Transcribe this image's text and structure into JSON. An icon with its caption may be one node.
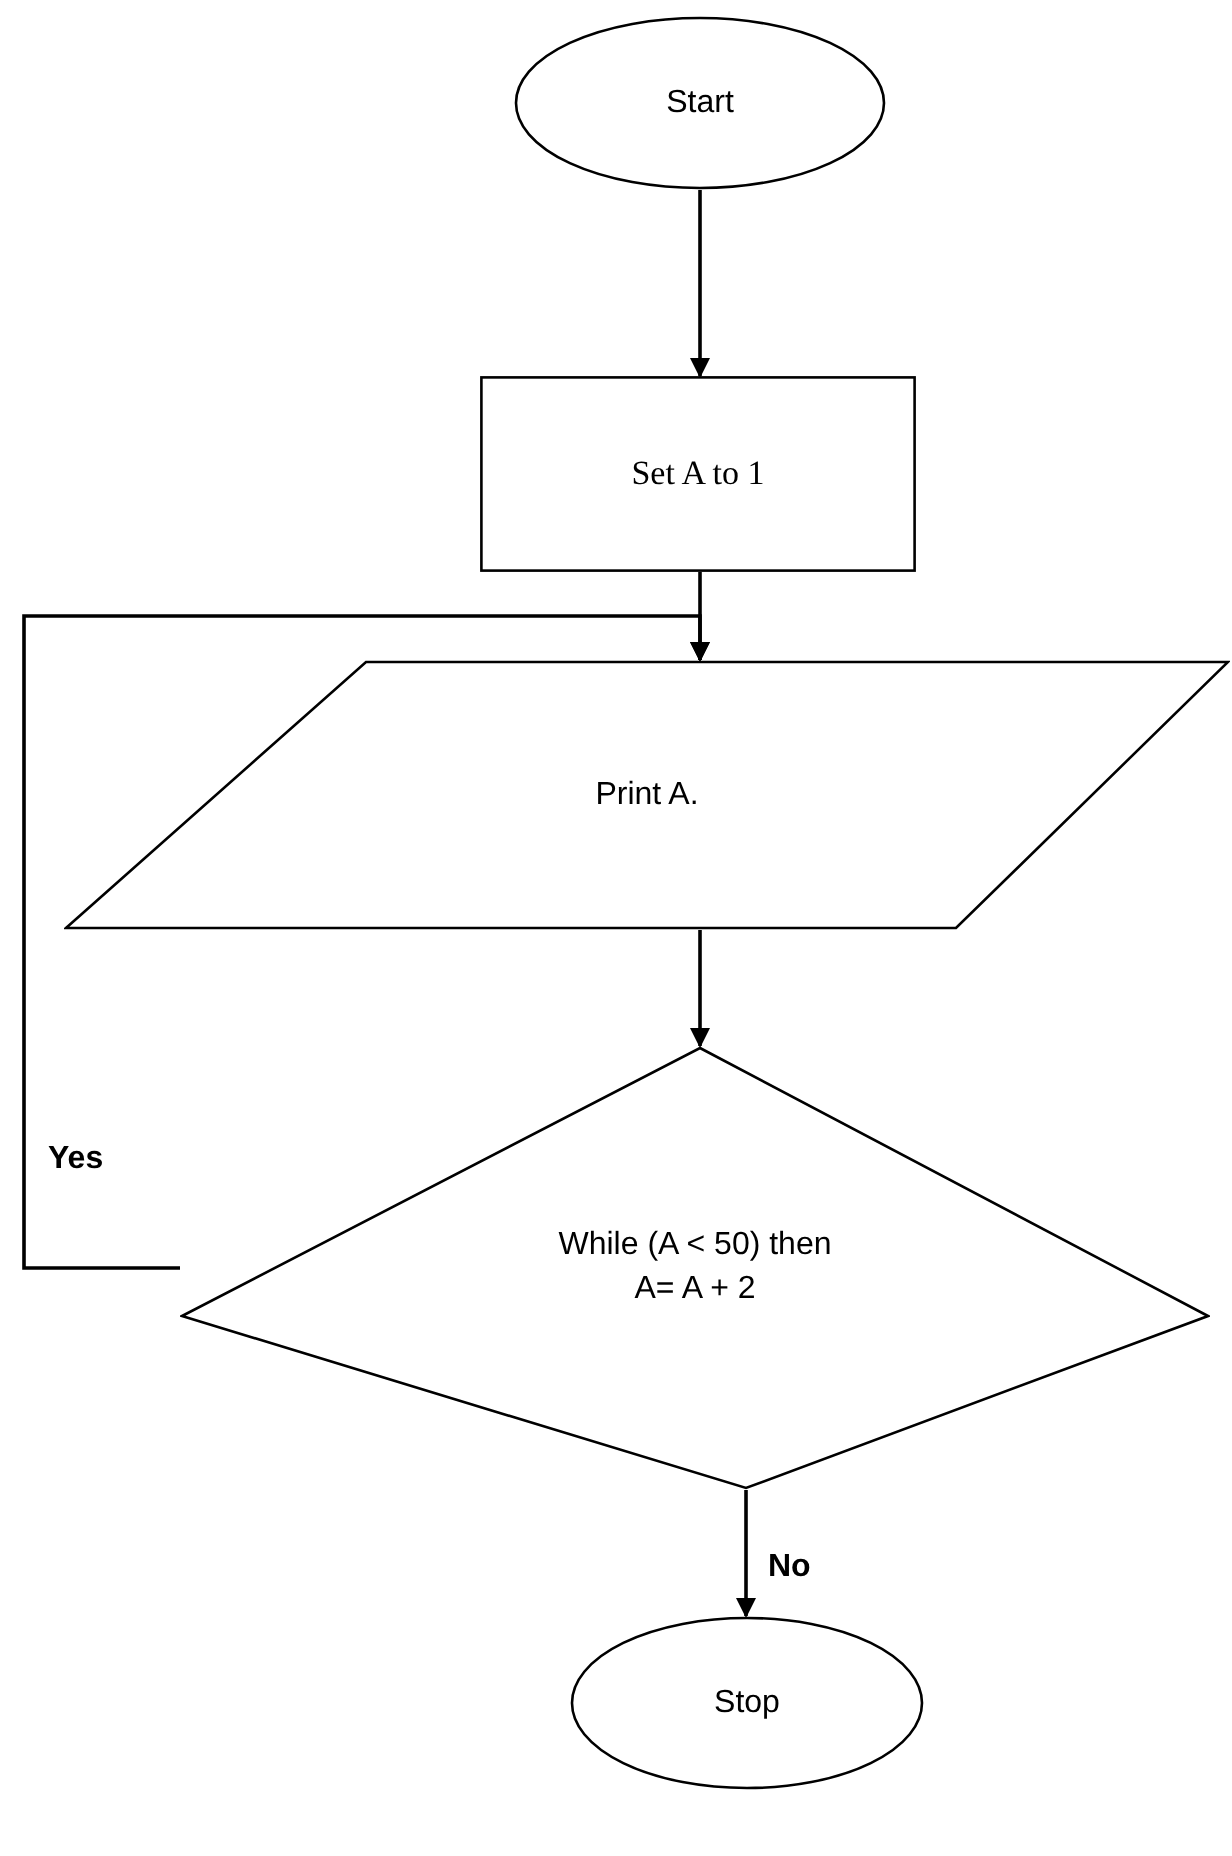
{
  "diagram": {
    "nodes": [
      {
        "text": [
          "Start"
        ]
      },
      {
        "text": [
          "Set A to 1"
        ]
      },
      {
        "text": [
          "Print A."
        ]
      },
      {
        "text": [
          "While (A < 50) then A= A + 2"
        ]
      },
      {
        "text": [
          "Stop"
        ]
      }
    ],
    "edges": [
      {
        "from": 0,
        "to": 1,
        "arrow": "to"
      },
      {
        "from": 1,
        "to": 2,
        "arrow": "to"
      },
      {
        "from": 2,
        "to": 3,
        "arrow": "to"
      },
      {
        "from": 3,
        "to": 2,
        "arrow": "to",
        "label": "Yes"
      },
      {
        "from": 3,
        "to": 4,
        "arrow": "to",
        "label": "No"
      }
    ]
  }
}
